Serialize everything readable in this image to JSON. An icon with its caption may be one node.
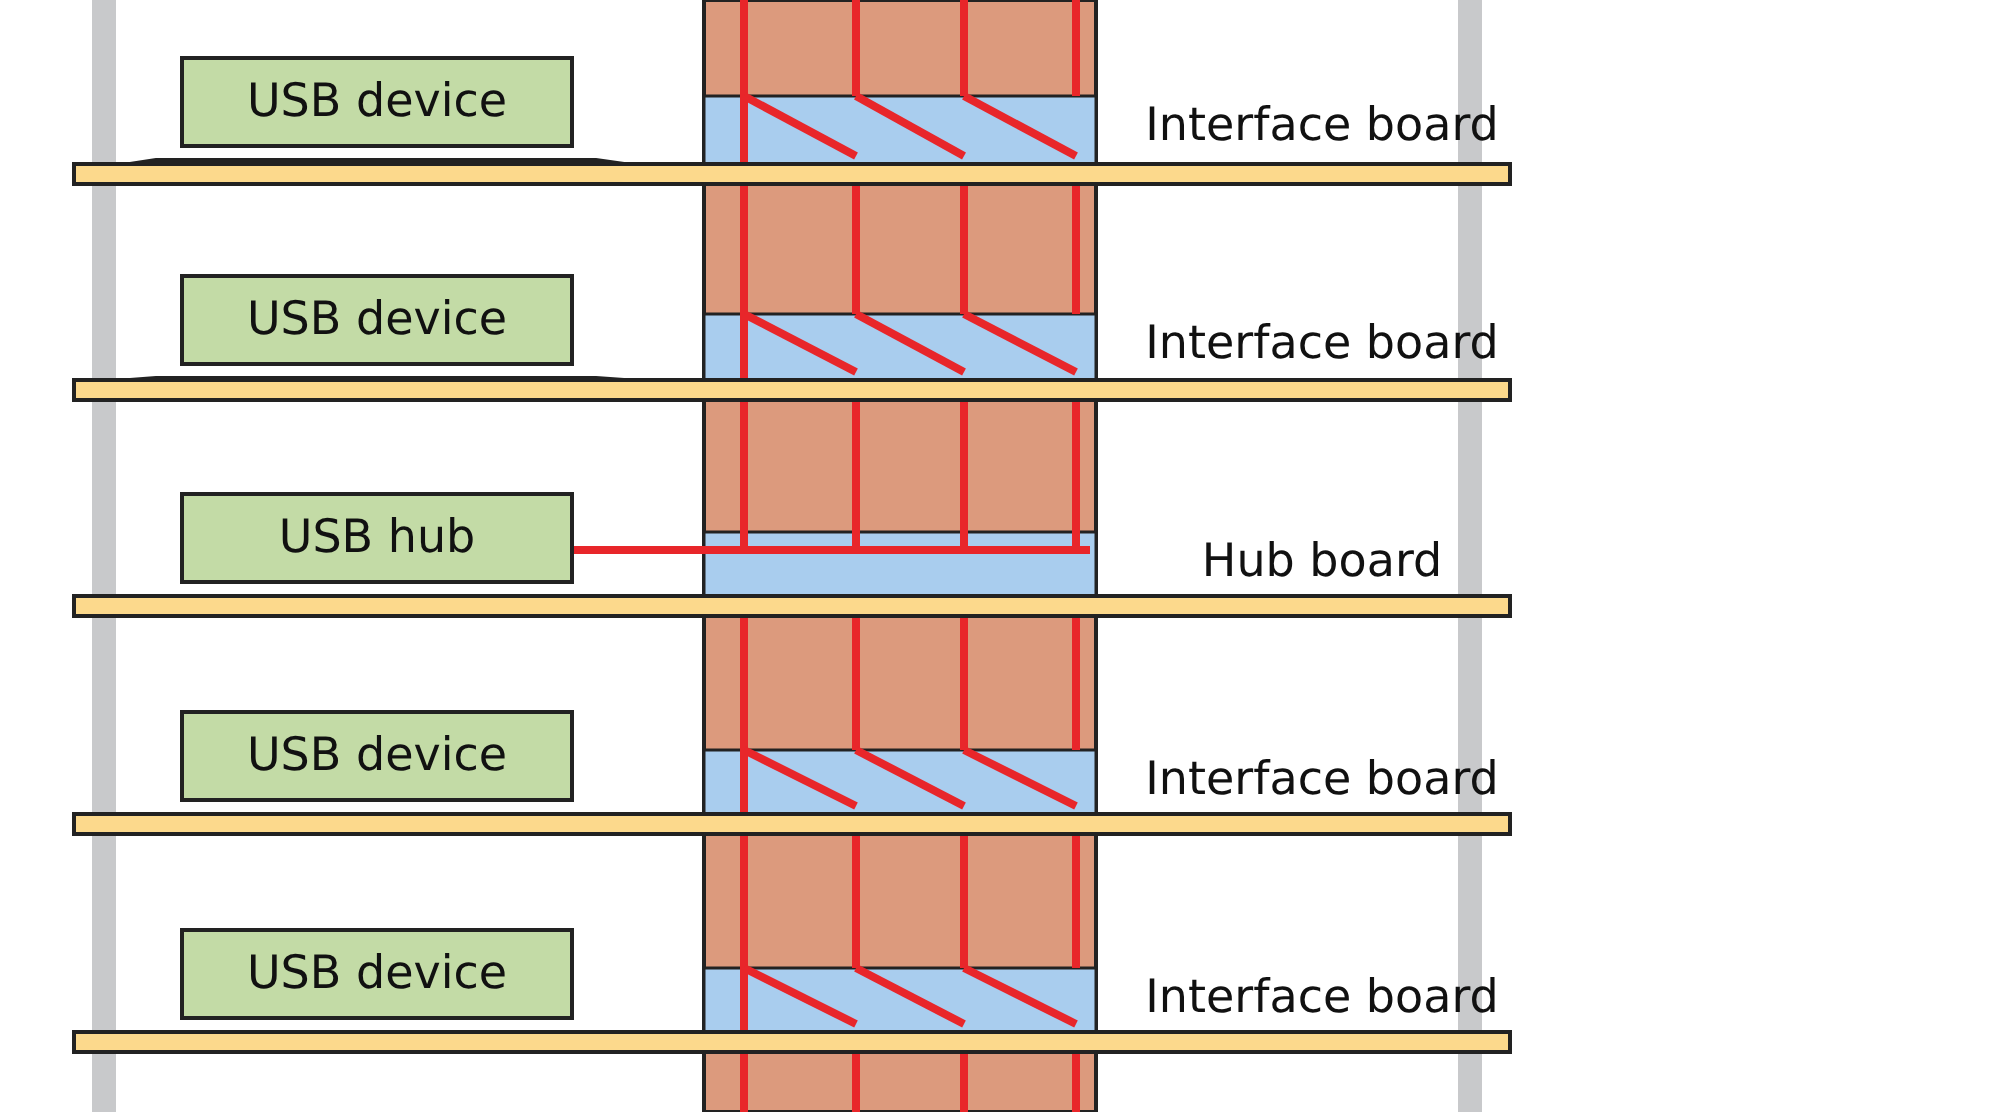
{
  "diagram": {
    "nodes": [
      {
        "text": [
          "USB device"
        ]
      },
      {
        "text": [
          "USB device"
        ]
      },
      {
        "text": [
          "USB hub"
        ]
      },
      {
        "text": [
          "USB device"
        ]
      },
      {
        "text": [
          "USB device"
        ]
      }
    ],
    "labels": [
      "Interface board",
      "Interface board",
      "Hub board",
      "Interface board",
      "Interface board"
    ]
  }
}
